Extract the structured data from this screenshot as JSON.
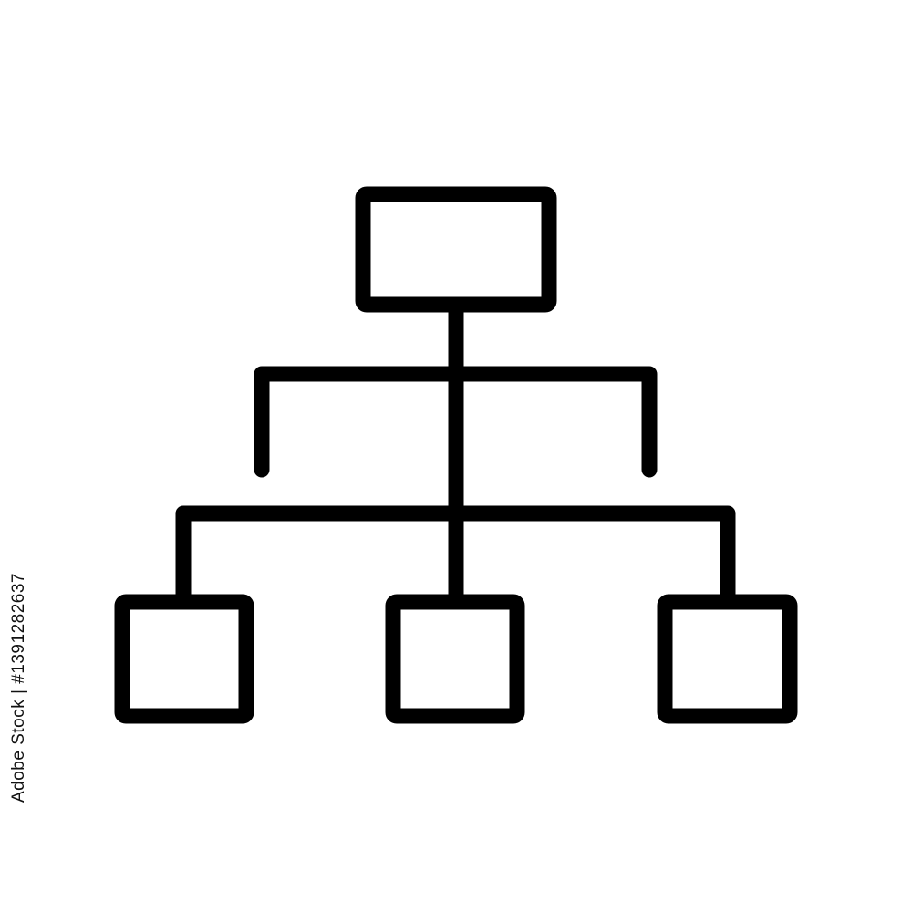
{
  "diagram": {
    "kind": "hierarchy-icon",
    "line_color": "#000000",
    "background_color": "#ffffff",
    "nodes": [
      {
        "id": "root",
        "level": 0
      },
      {
        "id": "child-left",
        "level": 2
      },
      {
        "id": "child-center",
        "level": 2
      },
      {
        "id": "child-right",
        "level": 2
      }
    ]
  },
  "watermark": {
    "stock_id": "Adobe Stock | #1391282637"
  }
}
